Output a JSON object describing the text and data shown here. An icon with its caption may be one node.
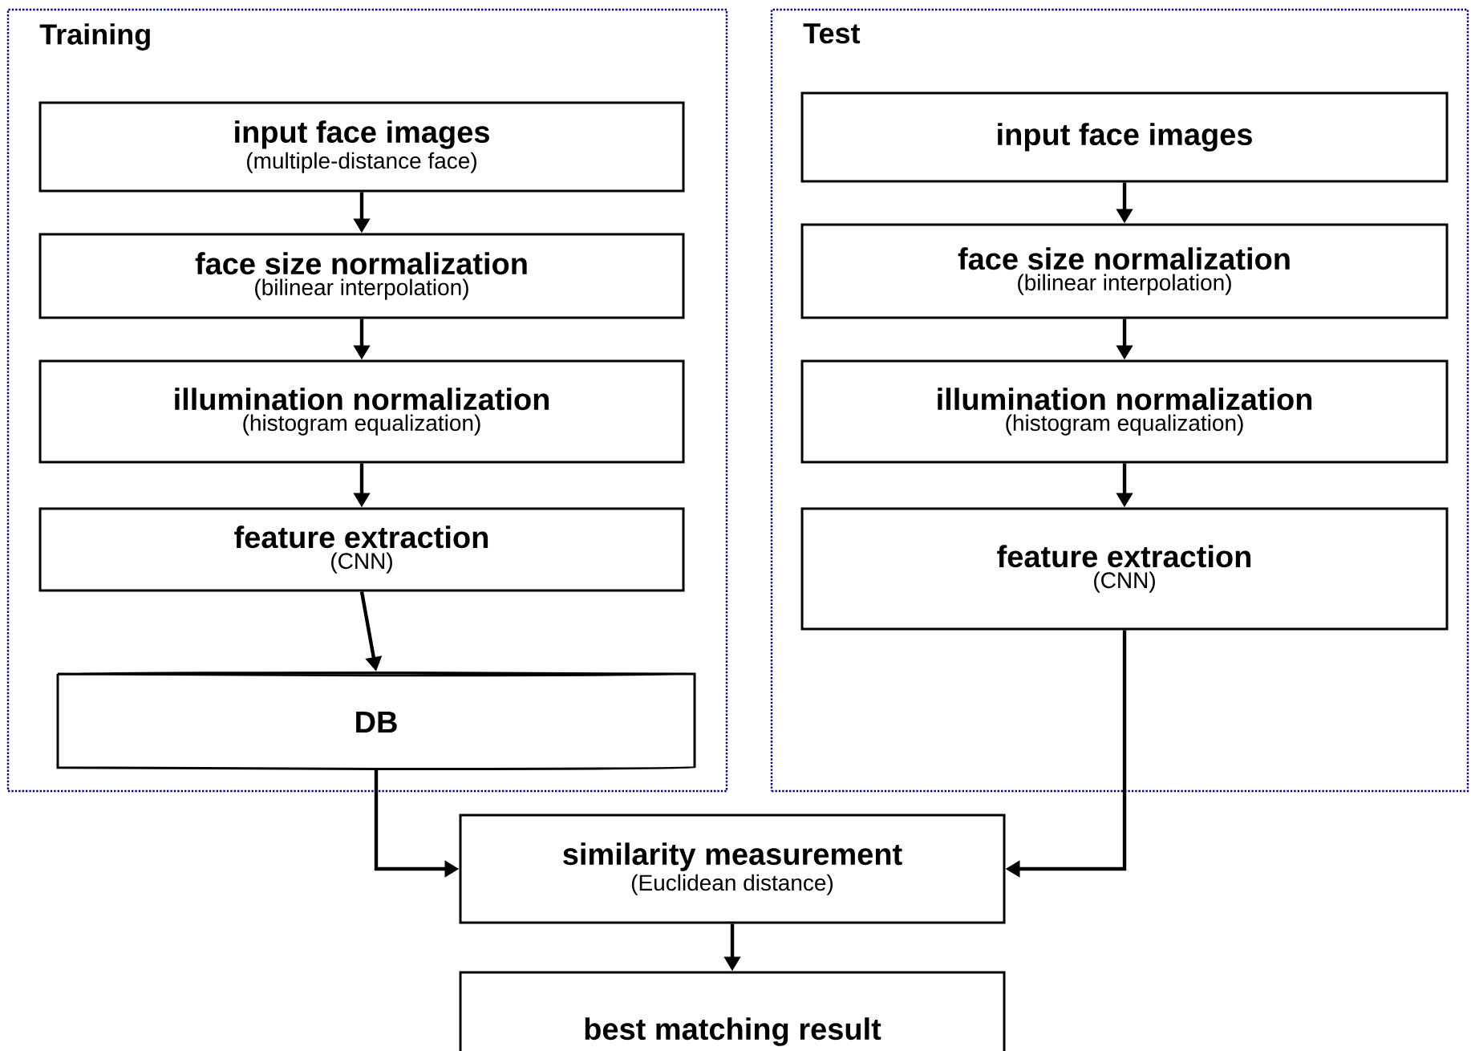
{
  "diagram": {
    "nodes": [
      {
        "text": [
          "Training"
        ]
      },
      {
        "text": [
          "input face images",
          "(multiple-distance face)"
        ],
        "in": 0
      },
      {
        "text": [
          "face size normalization",
          "(bilinear interpolation)"
        ],
        "in": 0
      },
      {
        "text": [
          "illumination normalization",
          "(histogram equalization)"
        ],
        "in": 0
      },
      {
        "text": [
          "feature extraction",
          "(CNN)"
        ],
        "in": 0
      },
      {
        "text": [
          "DB"
        ],
        "in": 0
      },
      {
        "text": [
          "Test"
        ]
      },
      {
        "text": [
          "input face images"
        ],
        "in": 6
      },
      {
        "text": [
          "face size normalization",
          "(bilinear interpolation)"
        ],
        "in": 6
      },
      {
        "text": [
          "illumination normalization",
          "(histogram equalization)"
        ],
        "in": 6
      },
      {
        "text": [
          "feature extraction",
          "(CNN)"
        ],
        "in": 6
      },
      {
        "text": [
          "similarity measurement",
          "(Euclidean distance)"
        ]
      },
      {
        "text": [
          "best matching result"
        ]
      }
    ],
    "edges": [
      {
        "from": 1,
        "to": 2,
        "arrow": "to"
      },
      {
        "from": 2,
        "to": 3,
        "arrow": "to"
      },
      {
        "from": 3,
        "to": 4,
        "arrow": "to"
      },
      {
        "from": 4,
        "to": 5,
        "arrow": "to"
      },
      {
        "from": 5,
        "to": 11,
        "arrow": "to"
      },
      {
        "from": 7,
        "to": 8,
        "arrow": "to"
      },
      {
        "from": 8,
        "to": 9,
        "arrow": "to"
      },
      {
        "from": 9,
        "to": 10,
        "arrow": "to"
      },
      {
        "from": 10,
        "to": 11,
        "arrow": "to"
      },
      {
        "from": 11,
        "to": 12,
        "arrow": "to"
      }
    ]
  }
}
